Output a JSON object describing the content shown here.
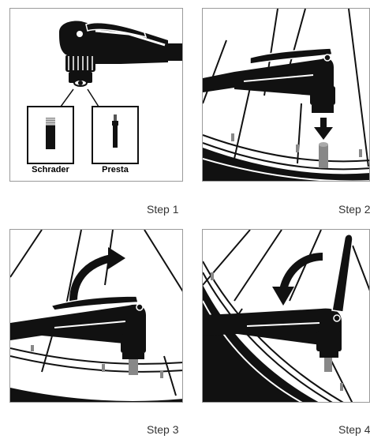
{
  "steps": [
    {
      "caption": "Step 1",
      "valves": [
        "Schrader",
        "Presta"
      ]
    },
    {
      "caption": "Step 2"
    },
    {
      "caption": "Step 3"
    },
    {
      "caption": "Step 4"
    }
  ],
  "icons": [
    "pump-head-icon",
    "schrader-valve-icon",
    "presta-valve-icon",
    "down-arrow-icon",
    "curved-arrow-right-icon",
    "curved-arrow-left-icon"
  ]
}
